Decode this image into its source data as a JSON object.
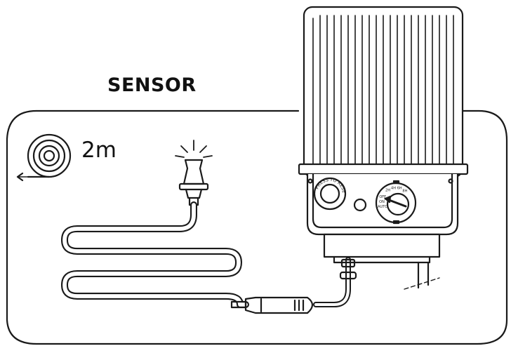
{
  "diagram": {
    "title": "SENSOR",
    "cable_length": "2m",
    "reset_button_label": "PRESS TO RESET",
    "dial": {
      "labels_left": [
        "AUTO",
        "ON",
        "OFF"
      ],
      "labels_top": [
        "2H",
        "4H",
        "6H",
        "8H"
      ]
    },
    "icons": [
      "cable-coil-icon",
      "bulb-icon",
      "transformer-icon",
      "sensor-probe-icon"
    ],
    "colors": {
      "line": "#1a1a1a",
      "background": "#ffffff"
    }
  }
}
